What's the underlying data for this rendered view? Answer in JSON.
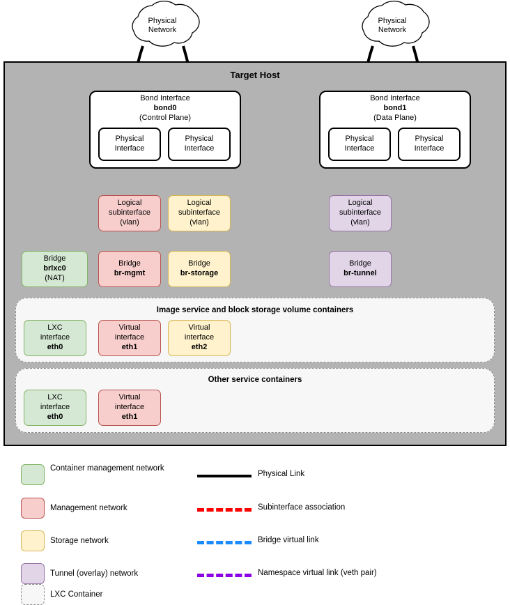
{
  "diagram": {
    "title": "Target Host",
    "clouds": [
      {
        "id": "cloud-left",
        "line1": "Physical",
        "line2": "Network"
      },
      {
        "id": "cloud-right",
        "line1": "Physical",
        "line2": "Network"
      }
    ],
    "bonds": [
      {
        "id": "bond0",
        "title": "Bond Interface",
        "name": "bond0",
        "role": "(Control Plane)",
        "interfaces": [
          {
            "line1": "Physical",
            "line2": "Interface"
          },
          {
            "line1": "Physical",
            "line2": "Interface"
          }
        ]
      },
      {
        "id": "bond1",
        "title": "Bond Interface",
        "name": "bond1",
        "role": "(Data Plane)",
        "interfaces": [
          {
            "line1": "Physical",
            "line2": "Interface"
          },
          {
            "line1": "Physical",
            "line2": "Interface"
          }
        ]
      }
    ],
    "subinterfaces": [
      {
        "id": "subif-mgmt",
        "line1": "Logical",
        "line2": "subinterface",
        "line3": "(vlan)",
        "network": "management"
      },
      {
        "id": "subif-storage",
        "line1": "Logical",
        "line2": "subinterface",
        "line3": "(vlan)",
        "network": "storage"
      },
      {
        "id": "subif-tunnel",
        "line1": "Logical",
        "line2": "subinterface",
        "line3": "(vlan)",
        "network": "tunnel"
      }
    ],
    "bridges": [
      {
        "id": "bridge-brlxc0",
        "label": "Bridge",
        "name": "brlxc0",
        "extra": "(NAT)",
        "network": "container-management"
      },
      {
        "id": "bridge-br-mgmt",
        "label": "Bridge",
        "name": "br-mgmt",
        "extra": "",
        "network": "management"
      },
      {
        "id": "bridge-br-storage",
        "label": "Bridge",
        "name": "br-storage",
        "extra": "",
        "network": "storage"
      },
      {
        "id": "bridge-br-tunnel",
        "label": "Bridge",
        "name": "br-tunnel",
        "extra": "",
        "network": "tunnel"
      }
    ],
    "container_groups": [
      {
        "id": "group-image-block",
        "title": "Image service and block storage volume containers",
        "interfaces": [
          {
            "line1": "LXC",
            "line2": "interface",
            "name": "eth0",
            "network": "container-management"
          },
          {
            "line1": "Virtual",
            "line2": "interface",
            "name": "eth1",
            "network": "management"
          },
          {
            "line1": "Virtual",
            "line2": "interface",
            "name": "eth2",
            "network": "storage"
          }
        ]
      },
      {
        "id": "group-other",
        "title": "Other service containers",
        "interfaces": [
          {
            "line1": "LXC",
            "line2": "interface",
            "name": "eth0",
            "network": "container-management"
          },
          {
            "line1": "Virtual",
            "line2": "interface",
            "name": "eth1",
            "network": "management"
          }
        ]
      }
    ]
  },
  "legend": {
    "swatches": [
      {
        "id": "legend-container-management",
        "label": "Container management network",
        "fill": "#d5e8d4",
        "stroke": "#82b366"
      },
      {
        "id": "legend-management",
        "label": "Management network",
        "fill": "#f8cecc",
        "stroke": "#b85450"
      },
      {
        "id": "legend-storage",
        "label": "Storage network",
        "fill": "#fff2cc",
        "stroke": "#d6b656"
      },
      {
        "id": "legend-tunnel",
        "label": "Tunnel (overlay) network",
        "fill": "#e1d5e7",
        "stroke": "#9673a6"
      },
      {
        "id": "legend-lxc-container",
        "label": "LXC Container",
        "fill": "#f7f7f7",
        "stroke": "#8c8c8c"
      }
    ],
    "lines": [
      {
        "id": "legend-physical-link",
        "label": "Physical Link",
        "color": "#000000",
        "style": "solid"
      },
      {
        "id": "legend-subif-assoc",
        "label": "Subinterface association",
        "color": "#ff0000",
        "style": "dashed"
      },
      {
        "id": "legend-bridge-link",
        "label": "Bridge virtual link",
        "color": "#1a8cff",
        "style": "dashed"
      },
      {
        "id": "legend-namespace-link",
        "label": "Namespace virtual link (veth pair)",
        "color": "#8c00e6",
        "style": "dashed"
      }
    ]
  },
  "colors": {
    "host_fill": "#b3b3b3",
    "container_fill": "#f7f7f7",
    "physical_link": "#000000",
    "subinterface_link": "#ff0000",
    "bridge_link": "#1a8cff",
    "namespace_link": "#8c00e6"
  }
}
